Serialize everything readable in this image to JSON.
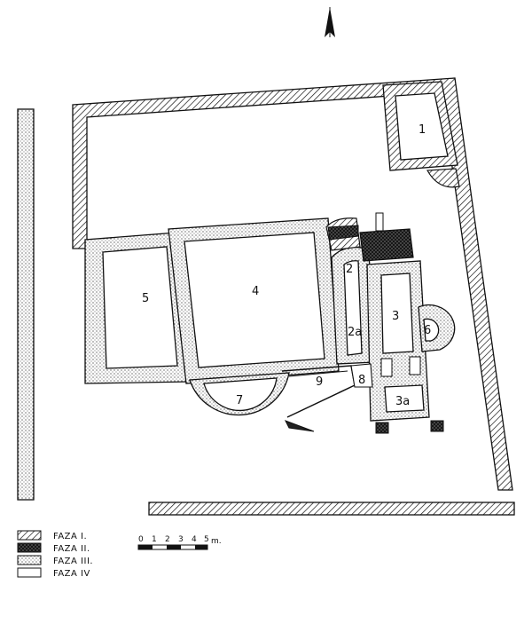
{
  "north_arrow": {
    "symbol": "north-arrow"
  },
  "rooms": {
    "r1": "1",
    "r2": "2",
    "r2a": "2a",
    "r3": "3",
    "r3a": "3a",
    "r4": "4",
    "r5": "5",
    "r6": "6",
    "r7": "7",
    "r8": "8",
    "r9": "9"
  },
  "legend": {
    "items": [
      {
        "label": "FAZA I.",
        "pattern": "hatch"
      },
      {
        "label": "FAZA II.",
        "pattern": "crosshatch"
      },
      {
        "label": "FAZA III.",
        "pattern": "dots"
      },
      {
        "label": "FAZA IV",
        "pattern": "empty"
      }
    ]
  },
  "scale": {
    "ticks": [
      "0",
      "1",
      "2",
      "3",
      "4",
      "5"
    ],
    "unit": "m."
  },
  "colors": {
    "ink": "#111111",
    "paper": "#ffffff"
  }
}
